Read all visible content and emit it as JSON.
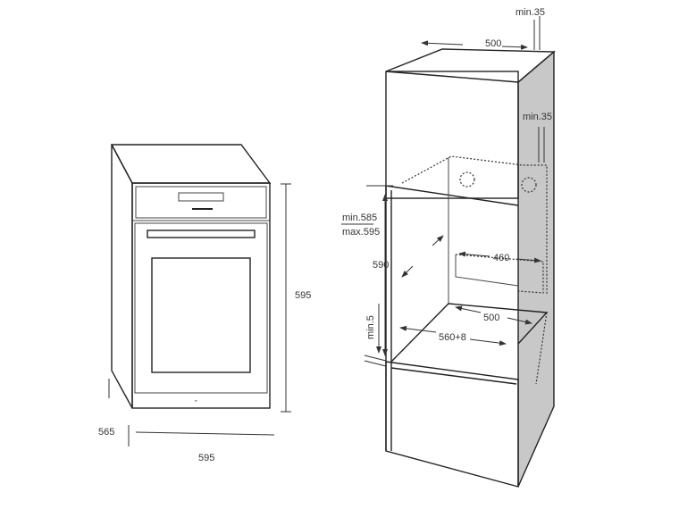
{
  "oven": {
    "height_label": "595",
    "width_label": "595",
    "depth_label": "565"
  },
  "niche": {
    "top_depth_label": "500",
    "top_gap_label": "min.35",
    "rear_gap_label": "min.35",
    "height_min_label": "min.585",
    "height_max_label": "max.595",
    "oven_height_label": "590",
    "bottom_gap_label": "min.5",
    "rear_width_label": "460",
    "inner_depth_label": "500",
    "width_label": "560+8"
  },
  "colors": {
    "side_panel": "#c8c8c8",
    "line": "#222222"
  }
}
